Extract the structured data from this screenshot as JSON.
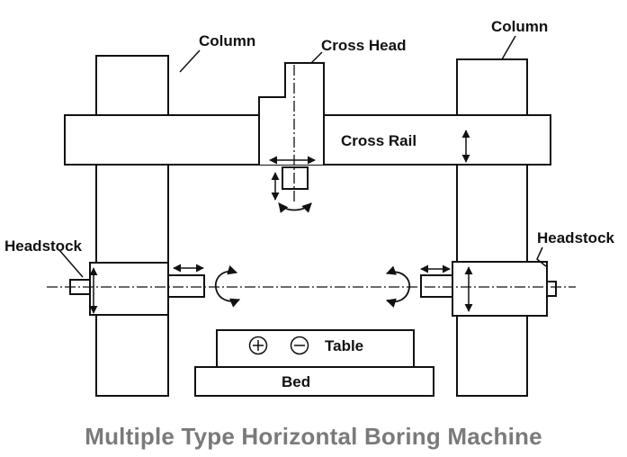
{
  "labels": {
    "column_left": "Column",
    "column_right": "Column",
    "cross_head": "Cross Head",
    "cross_rail": "Cross Rail",
    "headstock_left": "Headstock",
    "headstock_right": "Headstock",
    "table": "Table",
    "bed": "Bed"
  },
  "caption": "Multiple Type Horizontal Boring Machine",
  "colors": {
    "line": "#111111",
    "caption": "#7a7a7a"
  }
}
